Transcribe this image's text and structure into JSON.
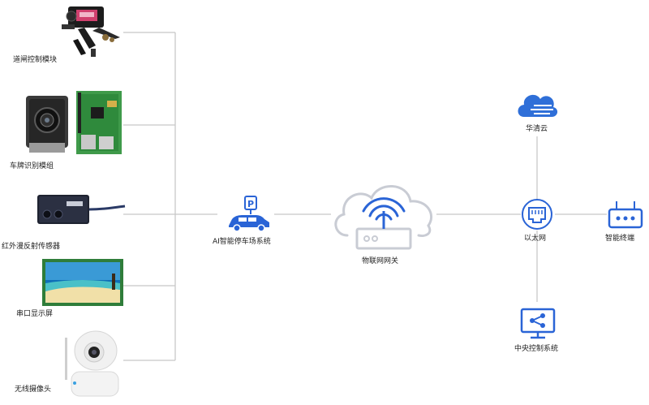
{
  "colors": {
    "line": "#c8c8c8",
    "accent_blue": "#2a64d6",
    "cloud_blue": "#2f6fd8",
    "cloud_outline": "#c9ccd4",
    "text": "#222222"
  },
  "devices": {
    "gate": {
      "label": "道闸控制模块",
      "icon": "servo-motor-photo"
    },
    "plate": {
      "label": "车牌识别模组",
      "icon": "camera-module-and-raspberry-pi-photo"
    },
    "infrared": {
      "label": "红外漫反射传感器",
      "icon": "infrared-sensor-photo"
    },
    "serial": {
      "label": "串口显示屏",
      "icon": "lcd-screen-photo"
    },
    "camera": {
      "label": "无线摄像头",
      "icon": "wireless-camera-photo"
    }
  },
  "parking": {
    "label": "AI智能停车场系统",
    "icon": "parking-car-icon"
  },
  "gateway": {
    "label": "物联网网关",
    "icon": "cloud-router-icon"
  },
  "ethernet": {
    "label": "以太网",
    "icon": "ethernet-port-icon"
  },
  "cloud": {
    "label": "华清云",
    "icon": "cloud-icon"
  },
  "terminal": {
    "label": "智能终端",
    "icon": "terminal-router-icon"
  },
  "central": {
    "label": "中央控制系统",
    "icon": "monitor-share-icon"
  }
}
